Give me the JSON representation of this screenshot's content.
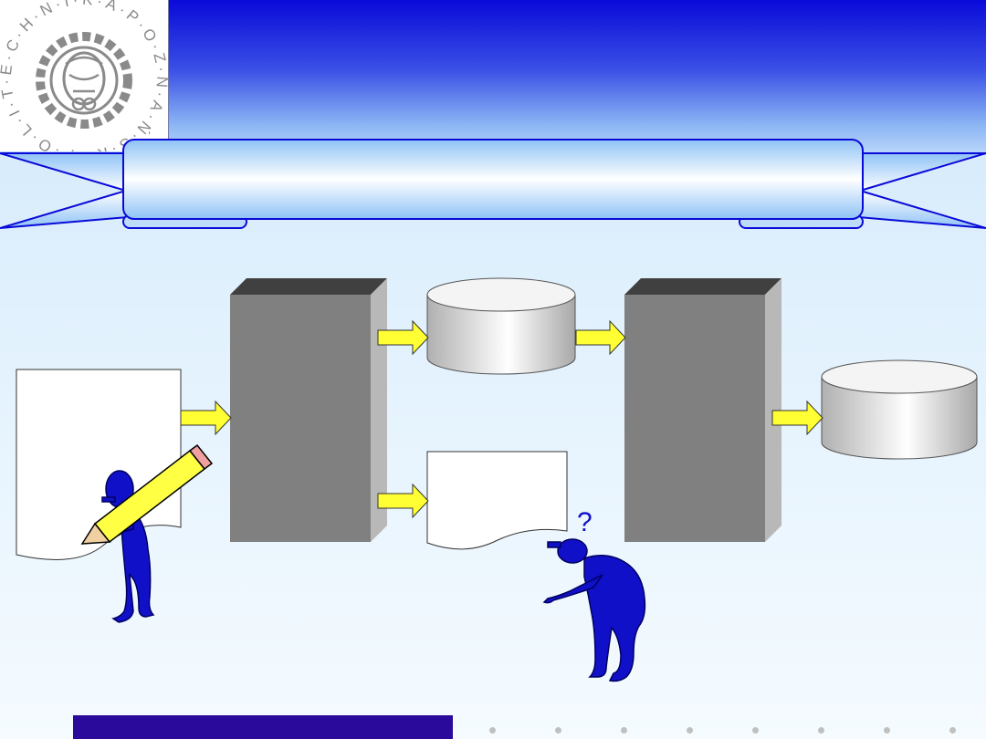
{
  "slide": {
    "title": "",
    "logo": {
      "icon": "politechnika-poznanska-seal-icon",
      "ring_letters": [
        "P",
        "O",
        "L",
        "I",
        "T",
        "E",
        "C",
        "H",
        "N",
        "I",
        "K",
        "A",
        "·",
        "P",
        "O",
        "Z",
        "N",
        "A",
        "Ń",
        "S",
        "K",
        "A",
        "·"
      ]
    }
  },
  "colors": {
    "header_top": "#0a0ad8",
    "ribbon_border": "#0a0ad8",
    "process_block": "#808080",
    "arrow_fill": "#ffff33",
    "figure_fill": "#1010c8",
    "footer_bar": "#2a0a9a"
  },
  "diagram": {
    "nodes": [
      {
        "id": "source-document",
        "shape": "document"
      },
      {
        "id": "process-block-1",
        "shape": "3d-block"
      },
      {
        "id": "database-1",
        "shape": "cylinder"
      },
      {
        "id": "output-document",
        "shape": "document"
      },
      {
        "id": "process-block-2",
        "shape": "3d-block"
      },
      {
        "id": "database-2",
        "shape": "cylinder"
      }
    ],
    "edges": [
      {
        "from": "source-document",
        "to": "process-block-1"
      },
      {
        "from": "process-block-1",
        "to": "database-1"
      },
      {
        "from": "process-block-1",
        "to": "output-document"
      },
      {
        "from": "database-1",
        "to": "process-block-2"
      },
      {
        "from": "process-block-2",
        "to": "database-2"
      }
    ],
    "characters": [
      {
        "icon": "writing-figure-with-pencil-icon"
      },
      {
        "icon": "confused-figure-question-icon",
        "glyph": "?"
      }
    ]
  },
  "footer": {
    "dots": 8
  }
}
